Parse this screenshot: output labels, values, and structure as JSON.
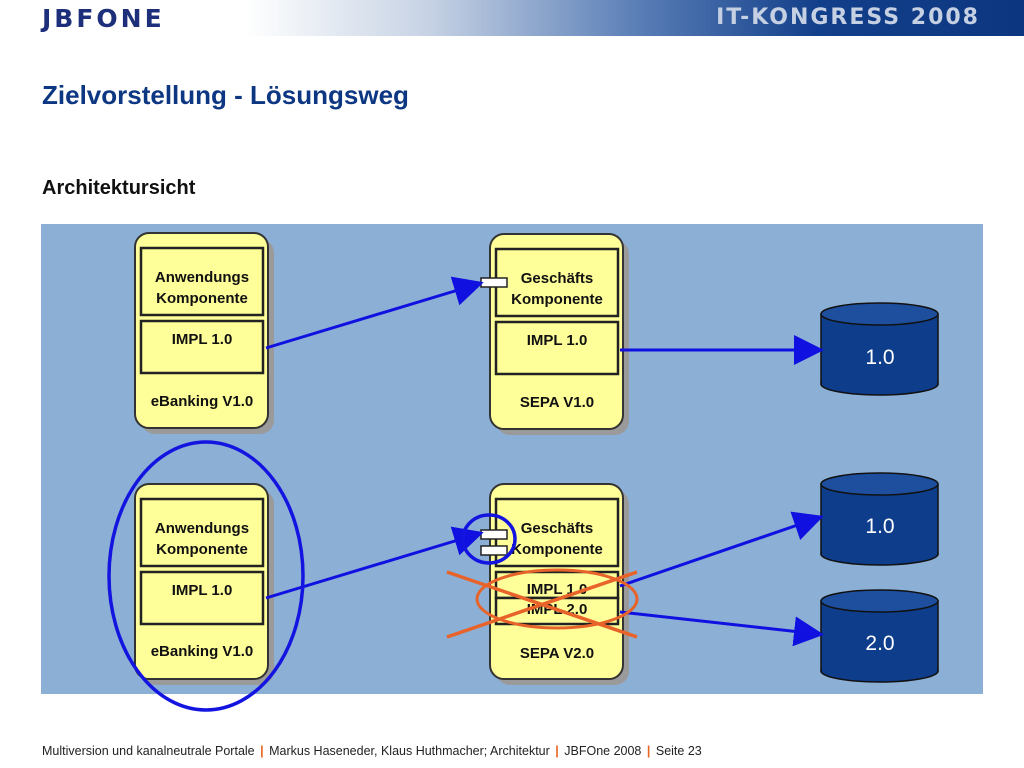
{
  "header": {
    "logo": "JBFONE",
    "event": "IT-KONGRESS 2008"
  },
  "slide": {
    "title": "Zielvorstellung - Lösungsweg",
    "subtitle": "Architektursicht"
  },
  "diagram": {
    "top_row": {
      "ebanking": {
        "component": [
          "Anwendungs",
          "Komponente"
        ],
        "impl": "IMPL 1.0",
        "label": "eBanking V1.0"
      },
      "sepa": {
        "component": [
          "Geschäfts",
          "Komponente"
        ],
        "impl": "IMPL 1.0",
        "label": "SEPA V1.0"
      },
      "db": "1.0"
    },
    "bottom_row": {
      "ebanking": {
        "component": [
          "Anwendungs",
          "Komponente"
        ],
        "impl": "IMPL 1.0",
        "label": "eBanking V1.0"
      },
      "sepa": {
        "component": [
          "Geschäfts",
          "Komponente"
        ],
        "impl_1": "IMPL 1.0",
        "impl_2": "IMPL 2.0",
        "label": "SEPA V2.0"
      },
      "db_1": "1.0",
      "db_2": "2.0"
    }
  },
  "footer": {
    "part1": "Multiversion und kanalneutrale Portale",
    "part2": "Markus Haseneder, Klaus Huthmacher; Architektur",
    "part3": "JBFOne 2008",
    "part4": "Seite 23",
    "separator": "|"
  }
}
